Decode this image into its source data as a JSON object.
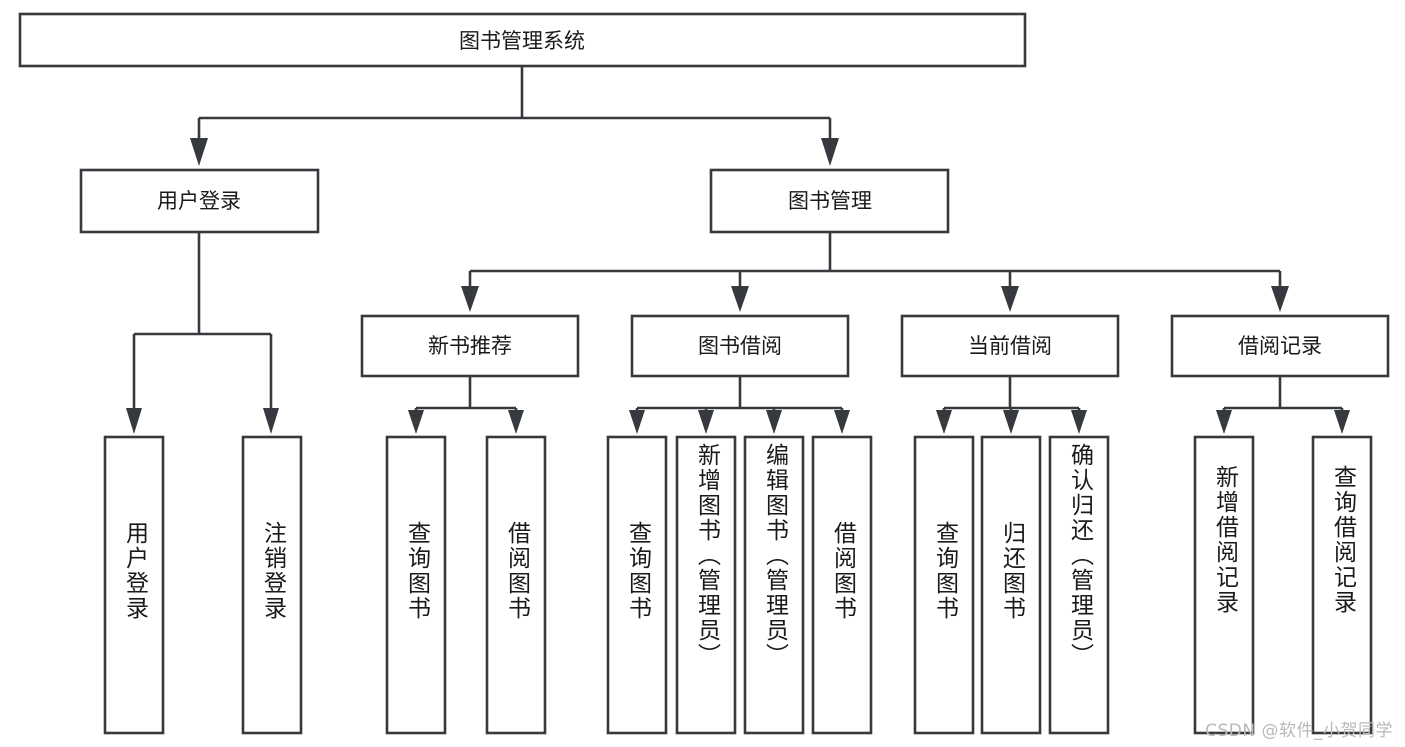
{
  "diagram": {
    "type": "tree-hierarchy-chart",
    "title_node": {
      "label": "图书管理系统"
    },
    "colors": {
      "box_stroke": "#36393d",
      "box_fill": "#ffffff",
      "text": "#1a1a1a",
      "background": "#ffffff",
      "watermark": "#b9b9b9"
    },
    "level2": [
      {
        "id": "user-login",
        "label": "用户登录"
      },
      {
        "id": "book-management",
        "label": "图书管理"
      }
    ],
    "level3": [
      {
        "id": "new-book-recommend",
        "label": "新书推荐"
      },
      {
        "id": "book-borrow",
        "label": "图书借阅"
      },
      {
        "id": "current-borrow",
        "label": "当前借阅"
      },
      {
        "id": "borrow-record",
        "label": "借阅记录"
      }
    ],
    "leaves": {
      "user-login": [
        {
          "id": "leaf-user-login",
          "label": "用户登录"
        },
        {
          "id": "leaf-logout-login",
          "label": "注销登录"
        }
      ],
      "new-book-recommend": [
        {
          "id": "leaf-query-book-1",
          "label": "查询图书"
        },
        {
          "id": "leaf-borrow-book-1",
          "label": "借阅图书"
        }
      ],
      "book-borrow": [
        {
          "id": "leaf-query-book-2",
          "label": "查询图书"
        },
        {
          "id": "leaf-add-book",
          "label": "新增图书（管理员）"
        },
        {
          "id": "leaf-edit-book",
          "label": "编辑图书（管理员）"
        },
        {
          "id": "leaf-borrow-book-2",
          "label": "借阅图书"
        }
      ],
      "current-borrow": [
        {
          "id": "leaf-query-book-3",
          "label": "查询图书"
        },
        {
          "id": "leaf-return-book",
          "label": "归还图书"
        },
        {
          "id": "leaf-confirm-return",
          "label": "确认归还（管理员）"
        }
      ],
      "borrow-record": [
        {
          "id": "leaf-add-record",
          "label": "新增借阅记录"
        },
        {
          "id": "leaf-query-record",
          "label": "查询借阅记录"
        }
      ]
    }
  },
  "watermark": {
    "text": "CSDN @软件_小贺同学"
  }
}
